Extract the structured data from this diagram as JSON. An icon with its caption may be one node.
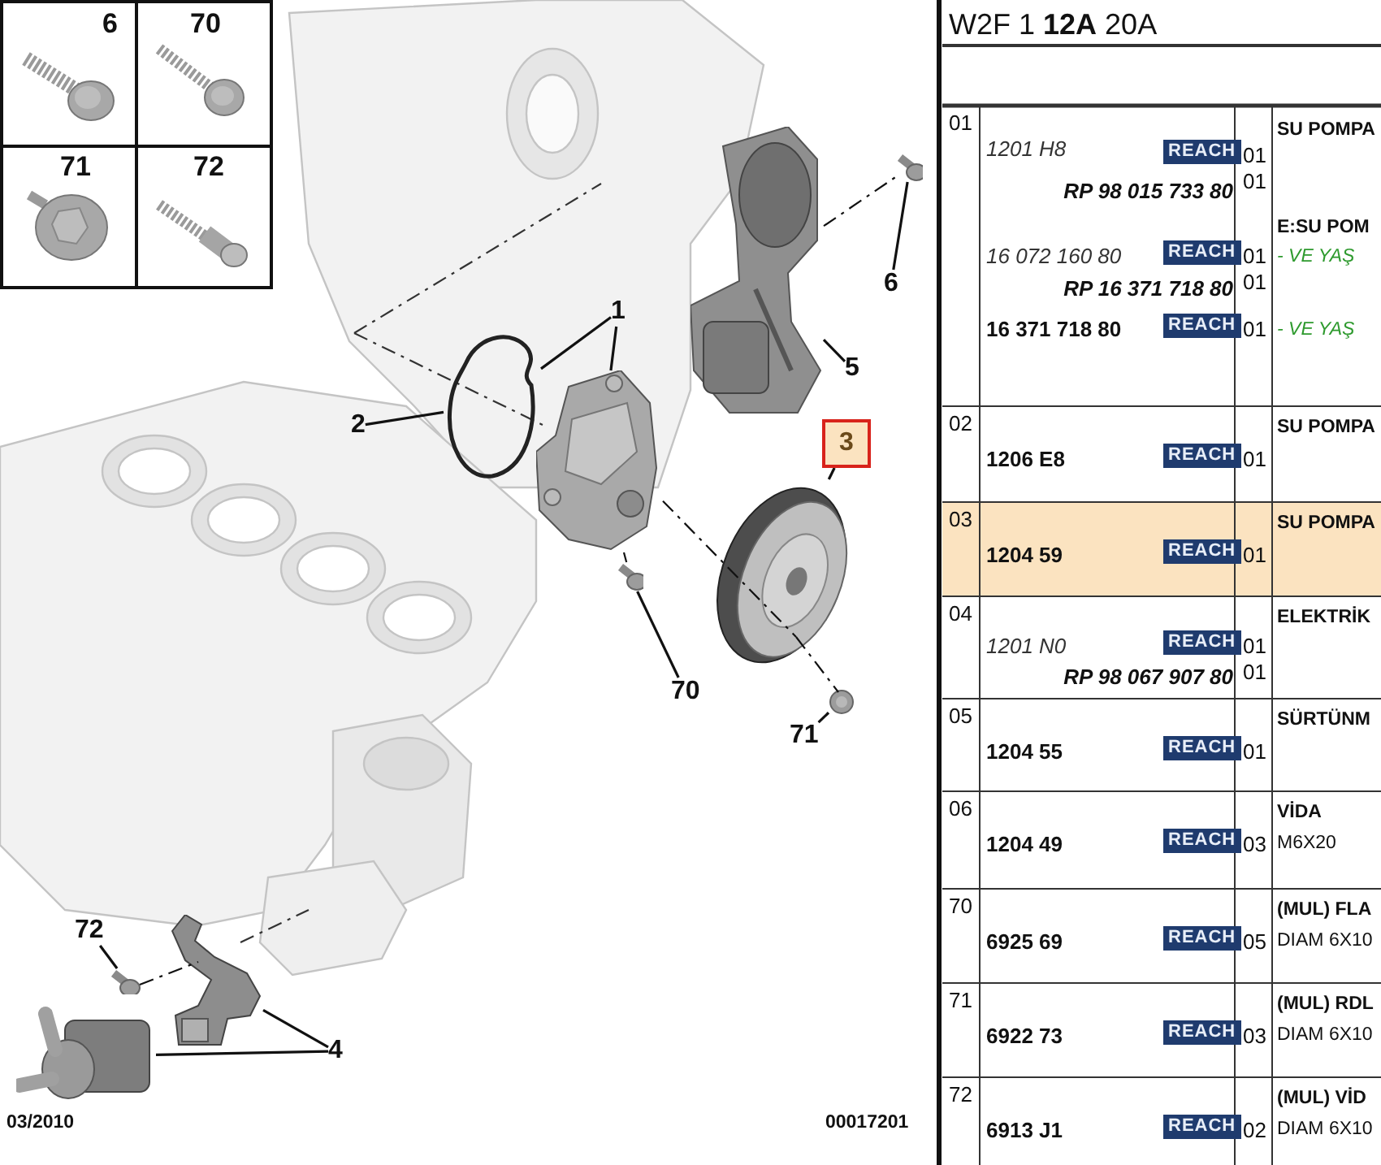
{
  "diagram": {
    "nodes": [
      {
        "text": [
          "6"
        ]
      },
      {
        "text": [],
        "shape": "bolt"
      },
      {
        "text": [],
        "shape": "tensioner"
      },
      {
        "text": [
          "5"
        ]
      },
      {
        "text": [
          "1"
        ]
      },
      {
        "text": [
          "2"
        ]
      },
      {
        "text": [],
        "shape": "gasket"
      },
      {
        "text": [],
        "shape": "pump"
      },
      {
        "text": [
          "3"
        ]
      },
      {
        "text": [],
        "shape": "pulley"
      },
      {
        "text": [],
        "shape": "bolt"
      },
      {
        "text": [],
        "shape": "nut"
      },
      {
        "text": [
          "70"
        ]
      },
      {
        "text": [
          "71"
        ]
      },
      {
        "text": [
          "72"
        ]
      },
      {
        "text": [],
        "shape": "bolt"
      },
      {
        "text": [],
        "shape": "bracket"
      },
      {
        "text": [],
        "shape": "valve"
      },
      {
        "text": [
          "4"
        ]
      }
    ],
    "edges": [
      {
        "from": 0,
        "to": 1,
        "arrow": "none"
      },
      {
        "from": 3,
        "to": 2,
        "arrow": "none"
      },
      {
        "from": 4,
        "to": 6,
        "arrow": "none"
      },
      {
        "from": 4,
        "to": 7,
        "arrow": "none"
      },
      {
        "from": 5,
        "to": 6,
        "arrow": "none"
      },
      {
        "from": 8,
        "to": 9,
        "arrow": "none"
      },
      {
        "from": 12,
        "to": 10,
        "arrow": "none"
      },
      {
        "from": 13,
        "to": 11,
        "arrow": "none"
      },
      {
        "from": 14,
        "to": 15,
        "arrow": "none"
      },
      {
        "from": 18,
        "to": 16,
        "arrow": "none"
      },
      {
        "from": 18,
        "to": 17,
        "arrow": "none"
      },
      {
        "from": 2,
        "to": 1,
        "arrow": "none",
        "style": "dashed"
      },
      {
        "from": 7,
        "to": 9,
        "arrow": "none",
        "style": "dashed"
      },
      {
        "from": 7,
        "to": 10,
        "arrow": "none",
        "style": "dashed"
      },
      {
        "from": 9,
        "to": 11,
        "arrow": "none",
        "style": "dashed"
      },
      {
        "from": 15,
        "to": 16,
        "arrow": "none",
        "style": "dashed"
      }
    ],
    "labels": [
      "6",
      "70",
      "71",
      "72",
      "03/2010",
      "00017201",
      "W2F 1 **12A** 20A",
      "01",
      "SU POMPA",
      "1201 H8",
      "REACH",
      "01",
      "RP 98 015 733 80",
      "01",
      "E:SU POM",
      "16 072 160 80",
      "REACH",
      "01",
      "- VE YAŞ",
      "RP 16 371 718 80",
      "01",
      "16 371 718 80",
      "REACH",
      "01",
      "- VE YAŞ",
      "02",
      "SU POMPA",
      "1206 E8",
      "REACH",
      "01",
      "03",
      "SU POMPA",
      "1204 59",
      "REACH",
      "01",
      "04",
      "ELEKTRİK",
      "1201 N0",
      "REACH",
      "01",
      "RP 98 067 907 80",
      "01",
      "05",
      "SÜRTÜNM",
      "1204 55",
      "REACH",
      "01",
      "06",
      "VİDA",
      "1204 49",
      "REACH",
      "03",
      "M6X20",
      "70",
      "(MUL) FLA",
      "6925 69",
      "REACH",
      "05",
      "DIAM 6X10",
      "71",
      "(MUL) RDL",
      "6922 73",
      "REACH",
      "03",
      "DIAM 6X10",
      "72",
      "(MUL) VİD",
      "6913 J1",
      "REACH",
      "02",
      "DIAM 6X10"
    ]
  }
}
